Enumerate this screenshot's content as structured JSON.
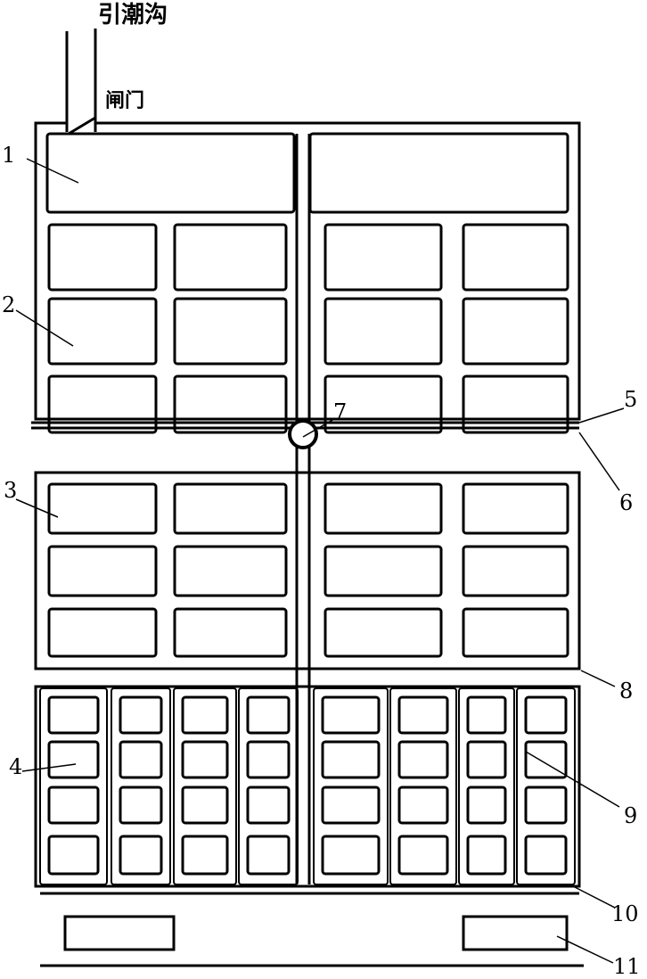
{
  "labels": {
    "channel": "引潮沟",
    "gate": "闸门",
    "n1": "1",
    "n2": "2",
    "n3": "3",
    "n4": "4",
    "n5": "5",
    "n6": "6",
    "n7": "7",
    "n8": "8",
    "n9": "9",
    "n10": "10",
    "n11": "11"
  },
  "colors": {
    "line": "#000000",
    "background": "#ffffff"
  }
}
